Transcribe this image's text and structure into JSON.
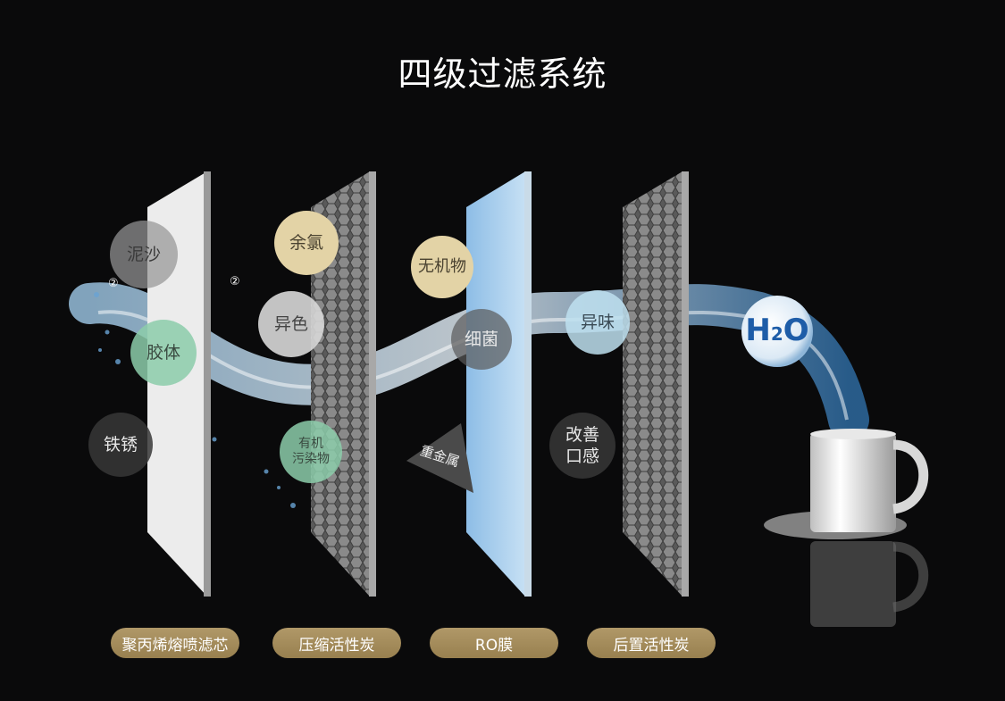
{
  "title": "四级过滤系统",
  "markers": [
    "②",
    "②"
  ],
  "bubbles": {
    "mud": "泥沙",
    "colloid": "胶体",
    "rust": "铁锈",
    "chlorine": "余氯",
    "color": "异色",
    "organic": "有机\n污染物",
    "inorganic": "无机物",
    "bacteria": "细菌",
    "odor": "异味",
    "taste": "改善\n口感"
  },
  "heavy_metal": "重金属",
  "h2o": {
    "h": "H",
    "sub": "2",
    "o": "O"
  },
  "filters": [
    {
      "label": "聚丙烯熔喷滤芯"
    },
    {
      "label": "压缩活性炭"
    },
    {
      "label": "RO膜"
    },
    {
      "label": "后置活性炭"
    }
  ],
  "colors": {
    "background": "#0a0a0b",
    "pill": "#a58d5c",
    "water": "#4a8ec4",
    "ro": "#a9cdea"
  }
}
